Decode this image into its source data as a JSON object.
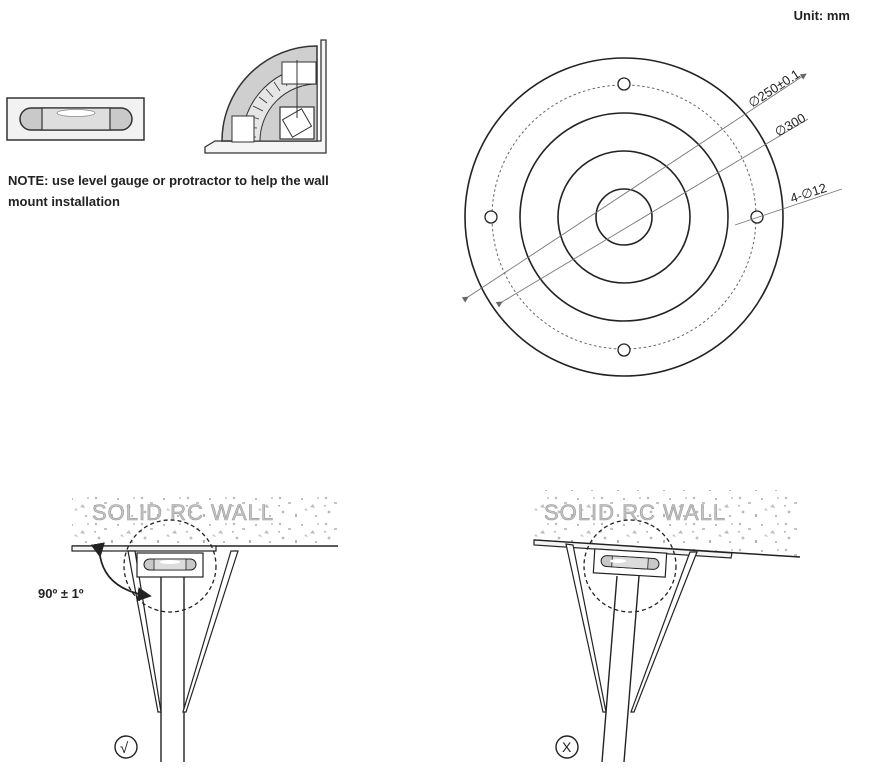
{
  "unit_label": "Unit: mm",
  "note": "NOTE: use level gauge or protractor to help the wall mount installation",
  "dimensions": {
    "bolt_circle": "∅250±0.1",
    "outer_diameter": "∅300",
    "holes": "4-∅12"
  },
  "wall_label": "SOLID RC WALL",
  "angle_label": "90º ± 1º",
  "correct_mark": "√",
  "wrong_mark": "X"
}
